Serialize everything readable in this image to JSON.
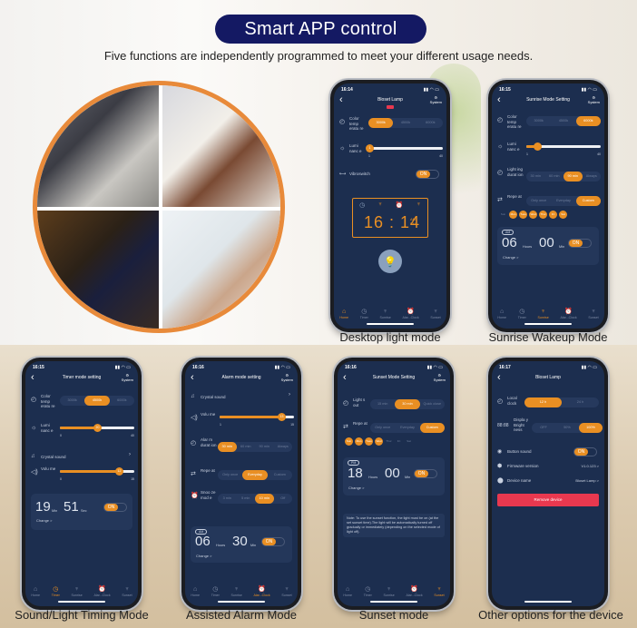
{
  "header": {
    "title": "Smart APP control",
    "subtitle": "Five functions are independently programmed to meet your different usage needs."
  },
  "colors": {
    "title_bg": "#141963",
    "accent": "#e98f23",
    "screen_bg": "#1c2e4f",
    "remove": "#e8384f",
    "ring": "#e88a3a"
  },
  "photo_collage": {
    "images": [
      "woman-sleeping",
      "woman-reading-in-bed",
      "woman-at-desk-night",
      "woman-relaxing"
    ]
  },
  "tabbar": [
    {
      "icon": "home-icon",
      "label": "Home"
    },
    {
      "icon": "timer-icon",
      "label": "Timer"
    },
    {
      "icon": "sunrise-icon",
      "label": "Sunrise"
    },
    {
      "icon": "alarm-clock-icon",
      "label": "Alar...Clock"
    },
    {
      "icon": "sunset-icon",
      "label": "Sunset"
    }
  ],
  "phones": {
    "desktop": {
      "caption": "Desktop light mode",
      "status_time": "16:14",
      "title": "Bloset Lamp",
      "system_label": "System",
      "color_temp_label": "Color temp eratu re",
      "color_temp_options": [
        "3000k",
        "4500k",
        "6000k"
      ],
      "color_temp_selected": "3000k",
      "luminance_label": "Lumi nanc e",
      "luminance_value": "1",
      "luminance_min": "1",
      "luminance_max": "40",
      "vibro_label": "Vibroswitch",
      "vibro_state": "ON",
      "clock_time": "16 : 14",
      "clock_am": "AM",
      "clock_pm": "PM",
      "active_tab": "Home"
    },
    "sunrise": {
      "caption": "Sunrise Wakeup Mode",
      "status_time": "16:15",
      "title": "Sunrise Mode Setting",
      "system_label": "System",
      "color_temp_label": "Color temp eratu re",
      "color_temp_options": [
        "3000k",
        "4500k",
        "6000k"
      ],
      "color_temp_selected": "6000k",
      "luminance_label": "Lumi nanc e",
      "luminance_min": "1",
      "luminance_max": "40",
      "duration_label": "Light ing durat ion",
      "duration_options": [
        "30 min",
        "60 min",
        "90 min",
        "Always"
      ],
      "duration_selected": "90 min",
      "repeat_label": "Repe at",
      "repeat_options": [
        "Only once",
        "Everyday",
        "Custom"
      ],
      "repeat_selected": "Custom",
      "days": [
        "Sun",
        "Mon",
        "Tues",
        "Wed",
        "Thur",
        "Fri",
        "Sat"
      ],
      "days_on": [
        "Mon",
        "Tues",
        "Wed",
        "Thur",
        "Fri",
        "Sat"
      ],
      "ampm": "AM",
      "hours": "06",
      "hours_unit": "Hours",
      "minutes": "00",
      "minutes_unit": "Min",
      "toggle": "ON",
      "change": "Change >",
      "active_tab": "Sunrise"
    },
    "timer": {
      "caption": "Sound/Light Timing Mode",
      "status_time": "16:15",
      "title": "Timer mode setting",
      "system_label": "System",
      "color_temp_label": "Color temp eratu re",
      "color_temp_options": [
        "3000k",
        "4500k",
        "6000k"
      ],
      "color_temp_selected": "4500k",
      "luminance_label": "Lumi nanc e",
      "luminance_value": "20",
      "luminance_min": "0",
      "luminance_max": "40",
      "sound_label": "Crystal sound",
      "volume_label": "Volu me",
      "volume_value": "12",
      "volume_min": "0",
      "volume_max": "15",
      "minutes": "19",
      "minutes_unit": "Min",
      "seconds": "51",
      "seconds_unit": "Sec",
      "toggle": "ON",
      "change": "Change >",
      "active_tab": "Timer"
    },
    "alarm": {
      "caption": "Assisted Alarm Mode",
      "status_time": "16:16",
      "title": "Alarm mode setting",
      "system_label": "System",
      "sound_label": "Crystal sound",
      "volume_label": "Volu me",
      "volume_value": "13",
      "volume_min": "1",
      "volume_max": "15",
      "duration_label": "Alar m durat ion",
      "duration_options": [
        "30 min",
        "60 min",
        "90 min",
        "Always"
      ],
      "duration_selected": "30 min",
      "repeat_label": "Repe at",
      "repeat_options": [
        "Only once",
        "Everyday",
        "Custom"
      ],
      "repeat_selected": "Everyday",
      "snooze_label": "Snoo ze mod e",
      "snooze_options": [
        "3 min",
        "5 min",
        "10 min",
        "Off"
      ],
      "snooze_selected": "10 min",
      "ampm": "AM",
      "hours": "06",
      "hours_unit": "Hours",
      "minutes": "30",
      "minutes_unit": "Min",
      "toggle": "ON",
      "change": "Change >",
      "active_tab": "Alar...Clock"
    },
    "sunset": {
      "caption": "Sunset mode",
      "status_time": "16:16",
      "title": "Sunset Mode Setting",
      "system_label": "System",
      "lights_out_label": "Light s out",
      "lights_out_options": [
        "15 min",
        "30 min",
        "Quick close"
      ],
      "lights_out_selected": "30 min",
      "repeat_label": "Repe at",
      "repeat_options": [
        "Only once",
        "Everyday",
        "Custom"
      ],
      "repeat_selected": "Custom",
      "days": [
        "Sun",
        "Mon",
        "Tues",
        "Wed",
        "Thur",
        "Fri",
        "Sat"
      ],
      "days_on": [
        "Sun",
        "Mon",
        "Tues",
        "Wed"
      ],
      "ampm": "PM",
      "hours": "18",
      "hours_unit": "Hours",
      "minutes": "00",
      "minutes_unit": "Min",
      "toggle": "ON",
      "change": "Change >",
      "note": "Note: To use the sunset function, the light must be on (at the set sunset time).The light will be automatically turned off gradually or immediately (depending on the selected mode of light off).",
      "active_tab": "Sunset"
    },
    "device": {
      "caption": "Other options for the device",
      "status_time": "16:17",
      "title": "Bloset Lamp",
      "clock_label": "Local clock",
      "clock_options": [
        "12 h",
        "24 h"
      ],
      "clock_selected": "12 h",
      "brightness_label": "Displa y Bright ness",
      "brightness_options": [
        "OFF",
        "50%",
        "100%"
      ],
      "brightness_selected": "100%",
      "button_sound_label": "Button sound",
      "button_sound_state": "ON",
      "firmware_label": "Firmware version",
      "firmware_value": "V1.0.123 >",
      "device_name_label": "Device name",
      "device_name_value": "Bloset Lamp >",
      "remove_label": "Remove device"
    }
  }
}
